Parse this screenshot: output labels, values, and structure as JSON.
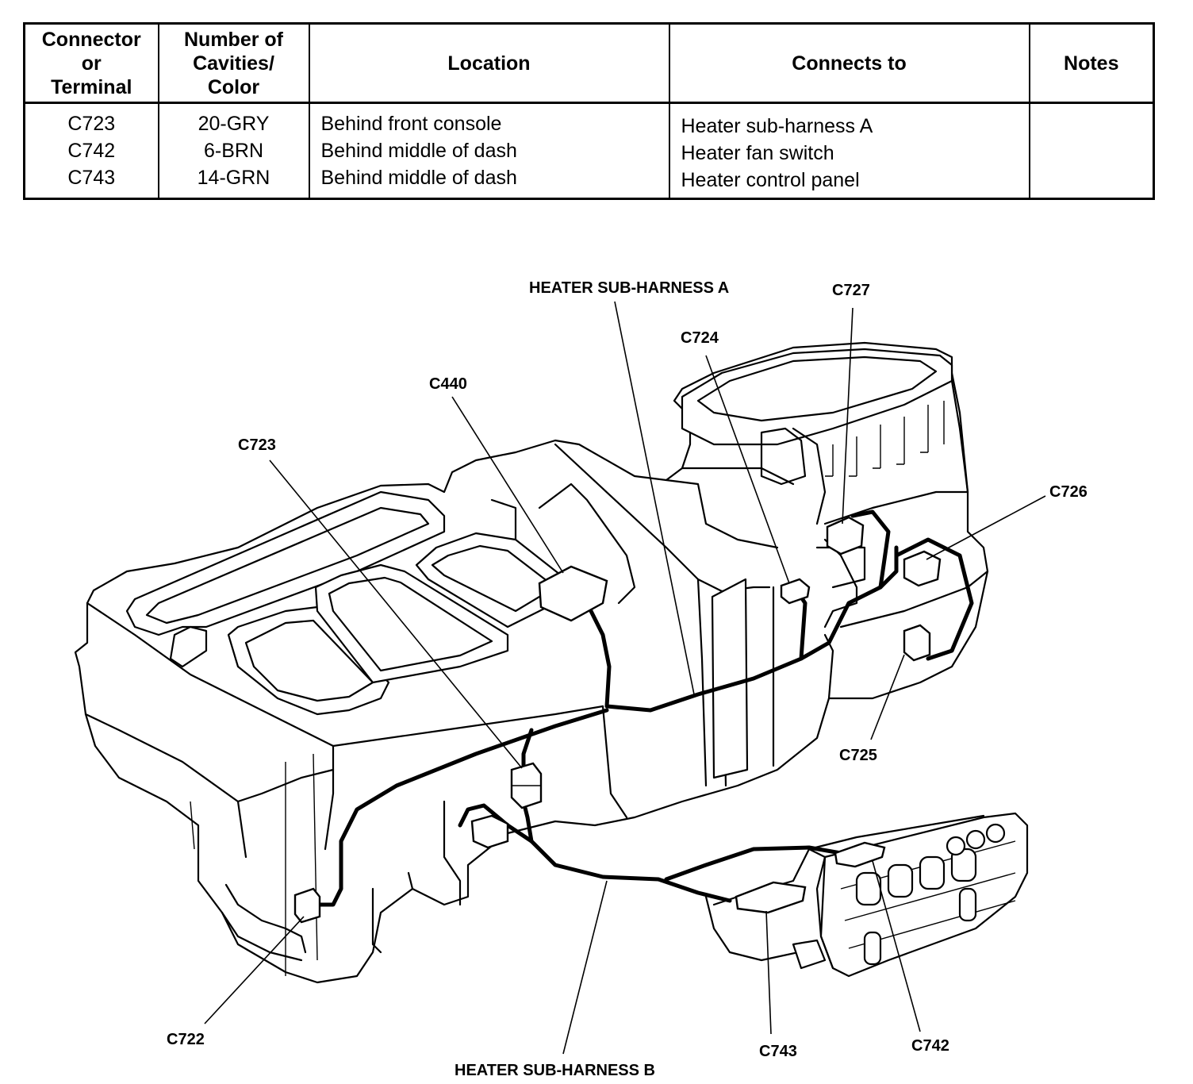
{
  "table": {
    "headers": {
      "terminal": [
        "Connector",
        "or",
        "Terminal"
      ],
      "cavities": [
        "Number of",
        "Cavities/",
        "Color"
      ],
      "location": "Location",
      "connects_to": "Connects to",
      "notes": "Notes"
    },
    "rows": [
      {
        "terminal": "C723",
        "cavities": "20-GRY",
        "location": "Behind front console",
        "connects_to": "Heater sub-harness A",
        "notes": ""
      },
      {
        "terminal": "C742",
        "cavities": "6-BRN",
        "location": "Behind middle of dash",
        "connects_to": "Heater fan switch",
        "notes": ""
      },
      {
        "terminal": "C743",
        "cavities": "14-GRN",
        "location": "Behind middle of dash",
        "connects_to": "Heater control panel",
        "notes": ""
      }
    ]
  },
  "diagram": {
    "labels": {
      "harness_a": "HEATER SUB-HARNESS A",
      "harness_b": "HEATER SUB-HARNESS B",
      "c727": "C727",
      "c724": "C724",
      "c440": "C440",
      "c723": "C723",
      "c726": "C726",
      "c725": "C725",
      "c722": "C722",
      "c743": "C743",
      "c742": "C742"
    }
  }
}
